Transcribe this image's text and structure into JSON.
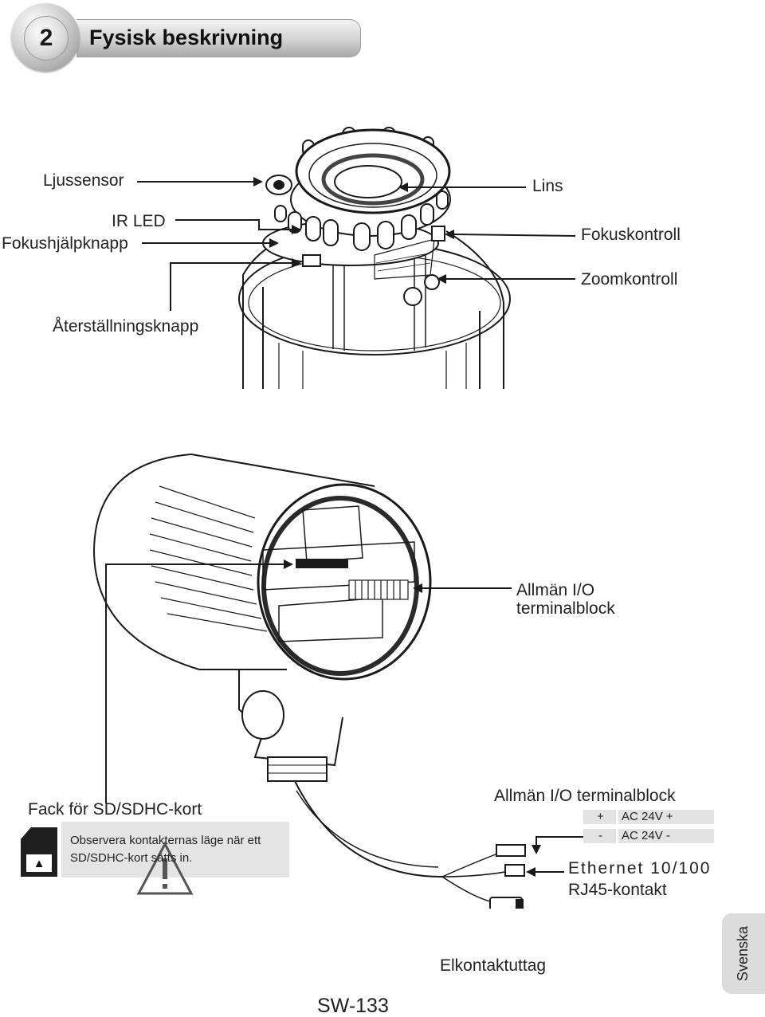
{
  "header": {
    "chapter_number": "2",
    "title": "Fysisk beskrivning"
  },
  "top_figure": {
    "labels": {
      "ljussensor": "Ljussensor",
      "ir_led": "IR LED",
      "fokushjalpknapp": "Fokushjälpknapp",
      "aterstallningsknapp": "Återställningsknapp",
      "lins": "Lins",
      "fokuskontroll": "Fokuskontroll",
      "zoomkontroll": "Zoomkontroll"
    }
  },
  "bottom_figure": {
    "labels": {
      "io_line1": "Allmän I/O",
      "io_line2": "terminalblock",
      "sd_slot": "Fack för SD/SDHC-kort",
      "io_cable": "Allmän I/O terminalblock",
      "ethernet_line1": "Ethernet 10/100",
      "ethernet_line2": "RJ45-kontakt",
      "power": "Elkontaktuttag"
    },
    "note": {
      "line1": "Observera kontakternas läge när ett",
      "line2": "SD/SDHC-kort sätts in."
    },
    "ac_table": [
      {
        "sign": "+",
        "value": "AC 24V +"
      },
      {
        "sign": "-",
        "value": "AC 24V -"
      }
    ]
  },
  "footer": {
    "page_label": "SW-133",
    "language_tab": "Svenska"
  },
  "colors": {
    "header_bar": "#c8c8c8",
    "note_bg": "#e4e4e4",
    "tab_bg": "#dcdcdc",
    "ink": "#1a1a1a"
  },
  "icons": [
    "sd-card-icon",
    "warning-triangle-icon",
    "arrow-up-icon"
  ]
}
